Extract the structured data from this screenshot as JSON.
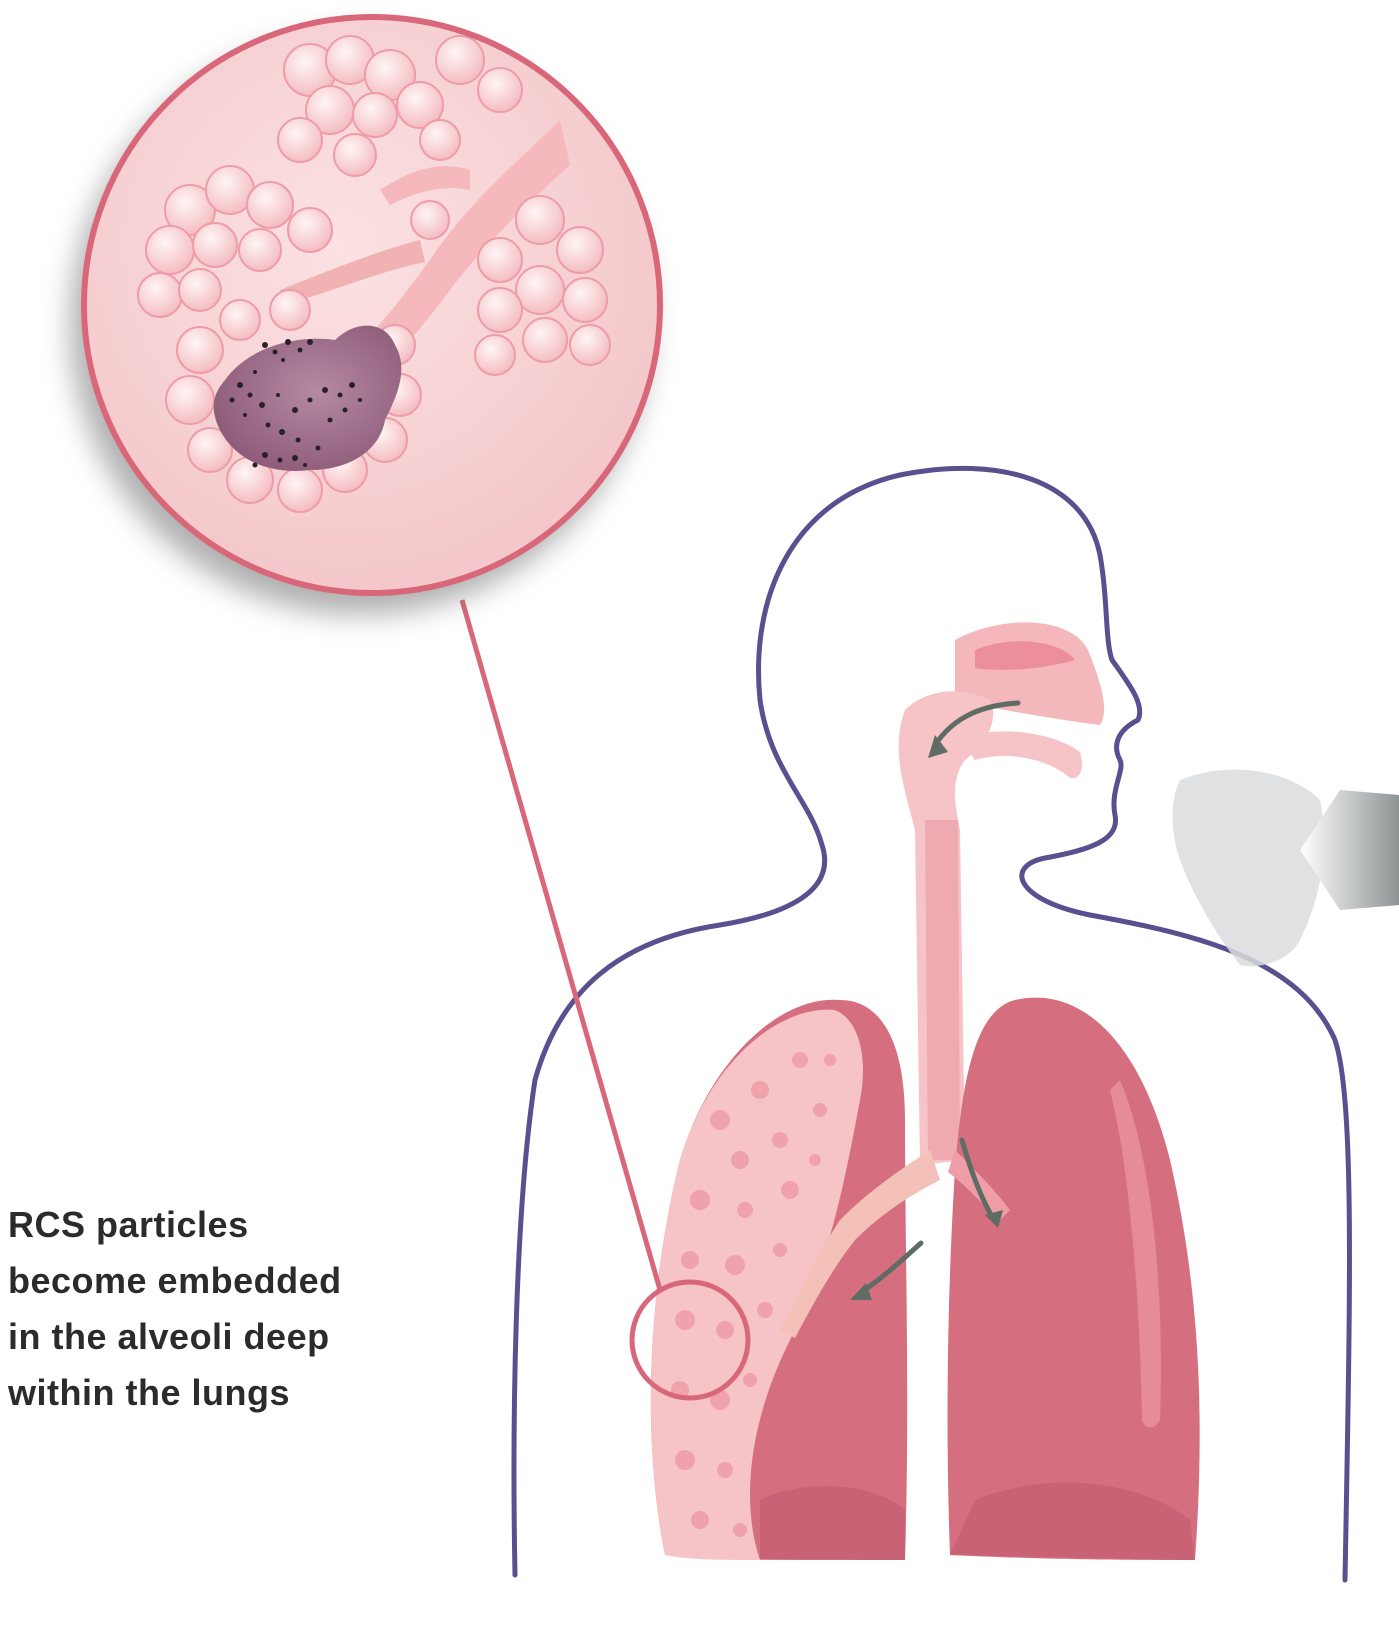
{
  "caption": {
    "lines": [
      "RCS particles",
      "become embedded",
      "in the alveoli deep",
      "within the lungs"
    ]
  },
  "colors": {
    "outline": "#5a4f8f",
    "lung_dark": "#d56f80",
    "lung_light": "#f6c3c6",
    "zoom_ring": "#d9677a",
    "zoom_fill": "#f7d0d2",
    "alveoli": "#f7cfd1",
    "particles": "#2a2128",
    "deposit": "#9b6a87",
    "arrow": "#5f6b63",
    "dust": "#d9dcdd"
  }
}
